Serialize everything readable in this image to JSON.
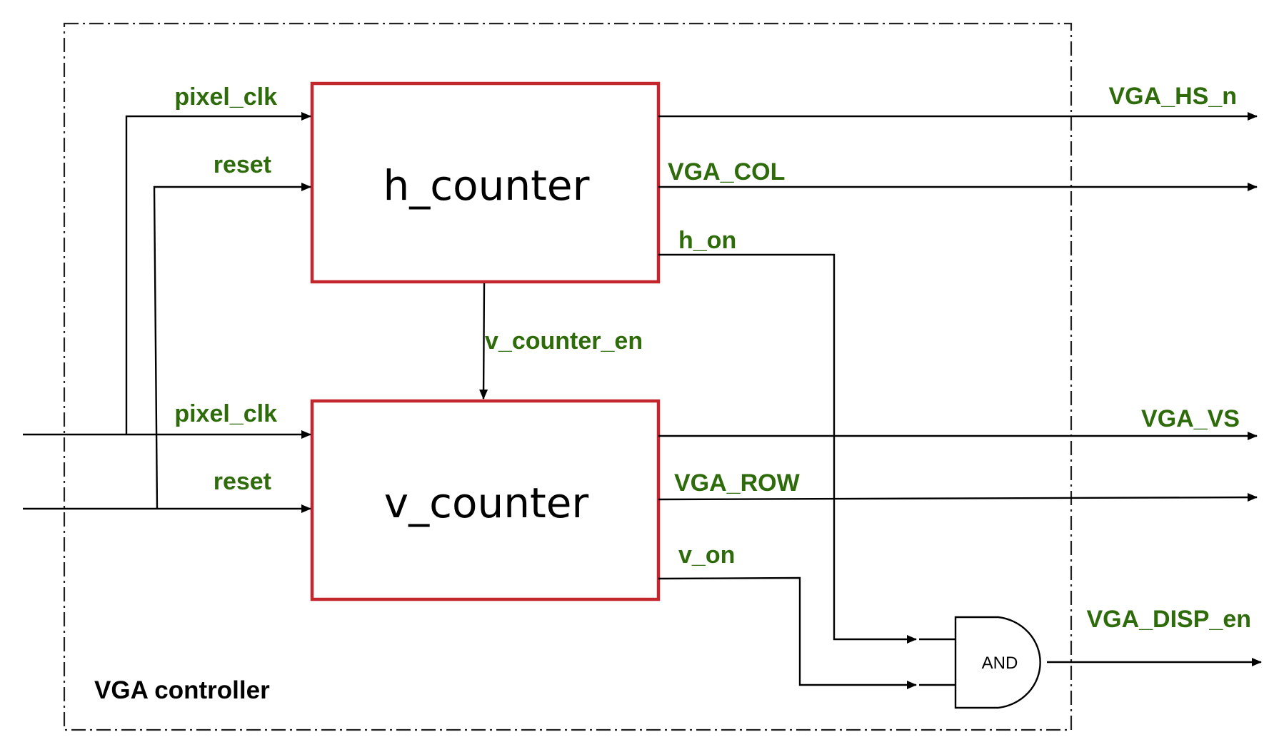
{
  "container": {
    "label": "VGA controller"
  },
  "blocks": {
    "h_counter": "h_counter",
    "v_counter": "v_counter"
  },
  "gate": {
    "label": "AND"
  },
  "signals": {
    "h_pixel_clk": "pixel_clk",
    "h_reset": "reset",
    "v_pixel_clk": "pixel_clk",
    "v_reset": "reset",
    "vga_hs_n": "VGA_HS_n",
    "vga_col": "VGA_COL",
    "h_on": "h_on",
    "v_counter_en": "v_counter_en",
    "vga_vs": "VGA_VS",
    "vga_row": "VGA_ROW",
    "v_on": "v_on",
    "vga_disp_en": "VGA_DISP_en"
  },
  "colors": {
    "signal_label": "#2e6b0a",
    "block_border": "#c4262e",
    "wire": "#000000"
  }
}
